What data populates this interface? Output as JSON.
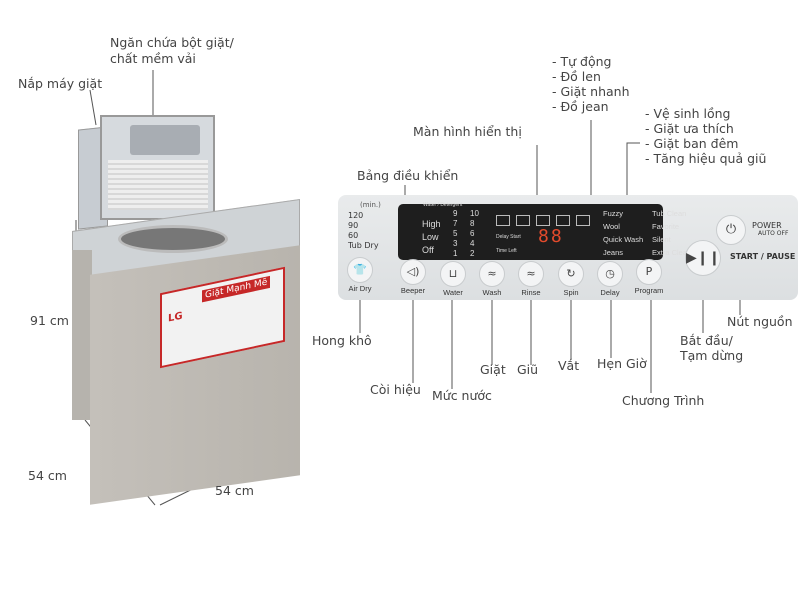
{
  "labels": {
    "detergent": "Ngăn chứa bột giặt/",
    "detergent2": "chất mềm vải",
    "lid": "Nắp máy giặt",
    "height": "91 cm",
    "depth": "54 cm",
    "width": "54 cm",
    "control_panel": "Bảng điều khiển",
    "display": "Màn hình hiển thị",
    "programs1": [
      "- Tự động",
      "- Đồ len",
      "- Giặt nhanh",
      "- Đồ jean"
    ],
    "programs2": [
      "- Vệ sinh lồng",
      "- Giặt ưa thích",
      "- Giặt ban đêm",
      "- Tăng hiệu quả giũ"
    ],
    "air_dry": "Hong khô",
    "beeper": "Còi hiệu",
    "water": "Mức nước",
    "wash": "Giặt",
    "rinse": "Giũ",
    "spin": "Vắt",
    "delay": "Hẹn Giờ",
    "program": "Chương Trình",
    "start1": "Bắt đầu/",
    "start2": "Tạm dừng",
    "power": "Nút nguồn"
  },
  "machine": {
    "brand": "LG",
    "sticker": "Giặt Mạnh Mẽ"
  },
  "panel": {
    "dry_header": "(min.)",
    "dry": [
      "120",
      "90",
      "60",
      "Tub Dry"
    ],
    "water": [
      "High",
      "Low",
      "Off"
    ],
    "water_header": "Water / Detergent",
    "levels_a": [
      "9",
      "7",
      "5",
      "3",
      "1"
    ],
    "levels_b": [
      "10",
      "8",
      "6",
      "4",
      "2"
    ],
    "delay_start": "Delay Start",
    "time_left": "Time Left",
    "digits": "88",
    "col1": [
      "Fuzzy",
      "Wool",
      "Quick Wash",
      "Jeans"
    ],
    "col2": [
      "Tub Clean",
      "Favorite",
      "Silent",
      "Extra Clean"
    ],
    "buttons": [
      "Air Dry",
      "Beeper",
      "Water",
      "Wash",
      "Rinse",
      "Spin",
      "Delay",
      "Program"
    ],
    "power": "POWER",
    "auto_off": "AUTO OFF",
    "start_pause": "START / PAUSE"
  }
}
